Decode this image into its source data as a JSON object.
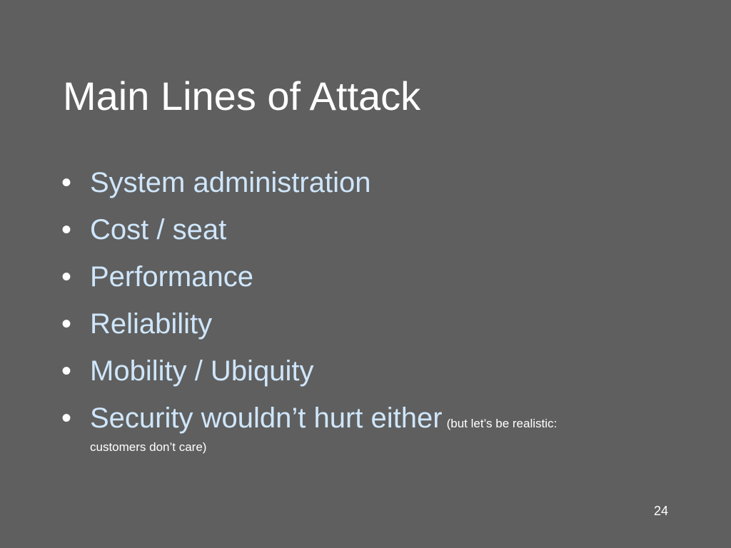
{
  "slide": {
    "title": "Main Lines of Attack",
    "bullet_char": "•",
    "bullets": [
      {
        "text": "System administration"
      },
      {
        "text": "Cost / seat"
      },
      {
        "text": "Performance"
      },
      {
        "text": "Reliability"
      },
      {
        "text": "Mobility / Ubiquity"
      },
      {
        "text": "Security wouldn’t hurt either",
        "note_line1": "(but let’s be realistic:",
        "note_line2": "customers don’t care)"
      }
    ],
    "page_number": "24"
  },
  "colors": {
    "background": "#5f5f5f",
    "title": "#ffffff",
    "bullet_text": "#cfe6fb",
    "bullet_dot": "#ffffff"
  }
}
